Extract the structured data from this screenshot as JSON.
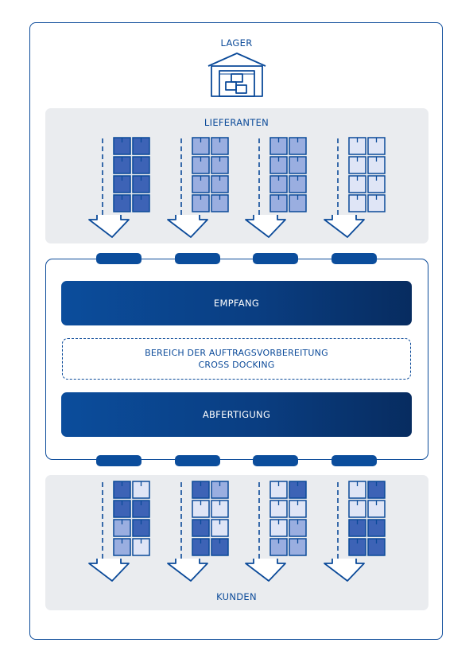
{
  "title": "LAGER",
  "suppliers_label": "LIEFERANTEN",
  "customers_label": "KUNDEN",
  "receiving_label": "EMPFANG",
  "prep_line1": "BEREICH DER AUFTRAGSVORBEREITUNG",
  "prep_line2": "CROSS DOCKING",
  "dispatch_label": "ABFERTIGUNG",
  "icons": {
    "warehouse": "warehouse-icon",
    "arrow": "down-arrow-icon",
    "box": "box-icon"
  },
  "colors": {
    "primary": "#0b4a99",
    "dark": "#072c60",
    "band": "#eaecef",
    "box_dark": "#3d63b6",
    "box_mid": "#9aaee0",
    "box_light": "#dfe5f6"
  },
  "supplier_stacks": [
    [
      "d",
      "d",
      "d",
      "d",
      "d",
      "d",
      "d",
      "d"
    ],
    [
      "m",
      "m",
      "m",
      "m",
      "m",
      "m",
      "m",
      "m"
    ],
    [
      "m",
      "m",
      "m",
      "m",
      "m",
      "m",
      "m",
      "m"
    ],
    [
      "l",
      "l",
      "l",
      "l",
      "l",
      "l",
      "l",
      "l"
    ]
  ],
  "customer_stacks": [
    [
      "d",
      "l",
      "d",
      "d",
      "m",
      "d",
      "m",
      "l"
    ],
    [
      "d",
      "m",
      "l",
      "l",
      "d",
      "l",
      "d",
      "d"
    ],
    [
      "l",
      "d",
      "l",
      "l",
      "l",
      "m",
      "m",
      "m"
    ],
    [
      "l",
      "d",
      "l",
      "l",
      "d",
      "d",
      "d",
      "d"
    ]
  ]
}
